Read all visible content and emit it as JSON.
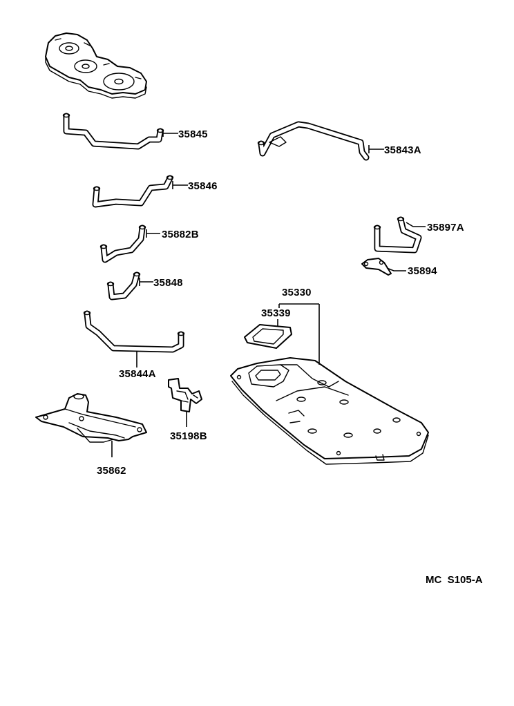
{
  "labels": {
    "p35845": "35845",
    "p35843A": "35843A",
    "p35846": "35846",
    "p35882B": "35882B",
    "p35897A": "35897A",
    "p35894": "35894",
    "p35848": "35848",
    "p35330": "35330",
    "p35339": "35339",
    "p35844A": "35844A",
    "p35198B": "35198B",
    "p35862": "35862"
  },
  "footer": {
    "code": "MC  S105-A"
  }
}
